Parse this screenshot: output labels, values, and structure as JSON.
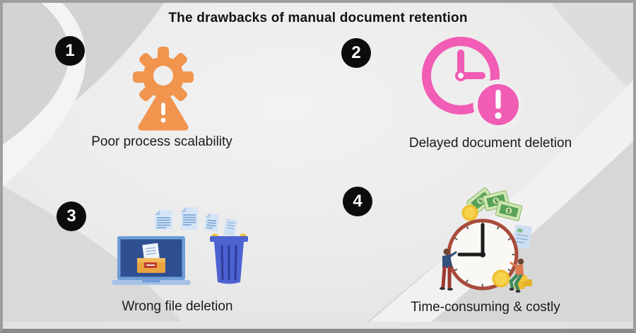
{
  "title": "The drawbacks of manual document retention",
  "items": [
    {
      "number": "1",
      "label": "Poor process scalability",
      "icon": "gear-warning-icon"
    },
    {
      "number": "2",
      "label": "Delayed document deletion",
      "icon": "clock-warning-icon"
    },
    {
      "number": "3",
      "label": "Wrong file deletion",
      "icon": "laptop-trash-icon"
    },
    {
      "number": "4",
      "label": "Time-consuming & costly",
      "icon": "clock-money-icon"
    }
  ],
  "colors": {
    "badge_black": "#0c0c0c",
    "gear_orange": "#F0944E",
    "clock_pink": "#F15CB5",
    "bin_blue": "#4E63D2",
    "laptop_screen_blue": "#2F4F93",
    "clock_rim_red": "#A94B3B",
    "money_green": "#57A257",
    "coin_gold": "#F0C02F"
  }
}
